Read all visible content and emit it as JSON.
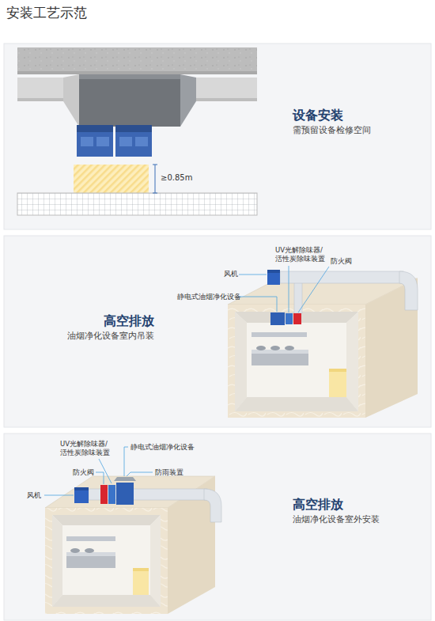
{
  "diagram": {
    "title": "安装工艺示范",
    "nodes": [
      {
        "text": [
          "设备安装",
          "需预留设备检修空间"
        ]
      },
      {
        "text": [
          "高空排放",
          "油烟净化设备室内吊装"
        ]
      },
      {
        "text": [
          "高空排放",
          "油烟净化设备室外安装"
        ]
      }
    ],
    "labels": [
      "≥0.85m",
      "UV光解除味器/ 活性炭除味装置",
      "风机",
      "防火阀",
      "静电式油烟净化设备",
      "UV光解除味器/ 活性炭除味装置",
      "静电式油烟净化设备",
      "防火阀",
      "防雨装置",
      "风机"
    ]
  }
}
